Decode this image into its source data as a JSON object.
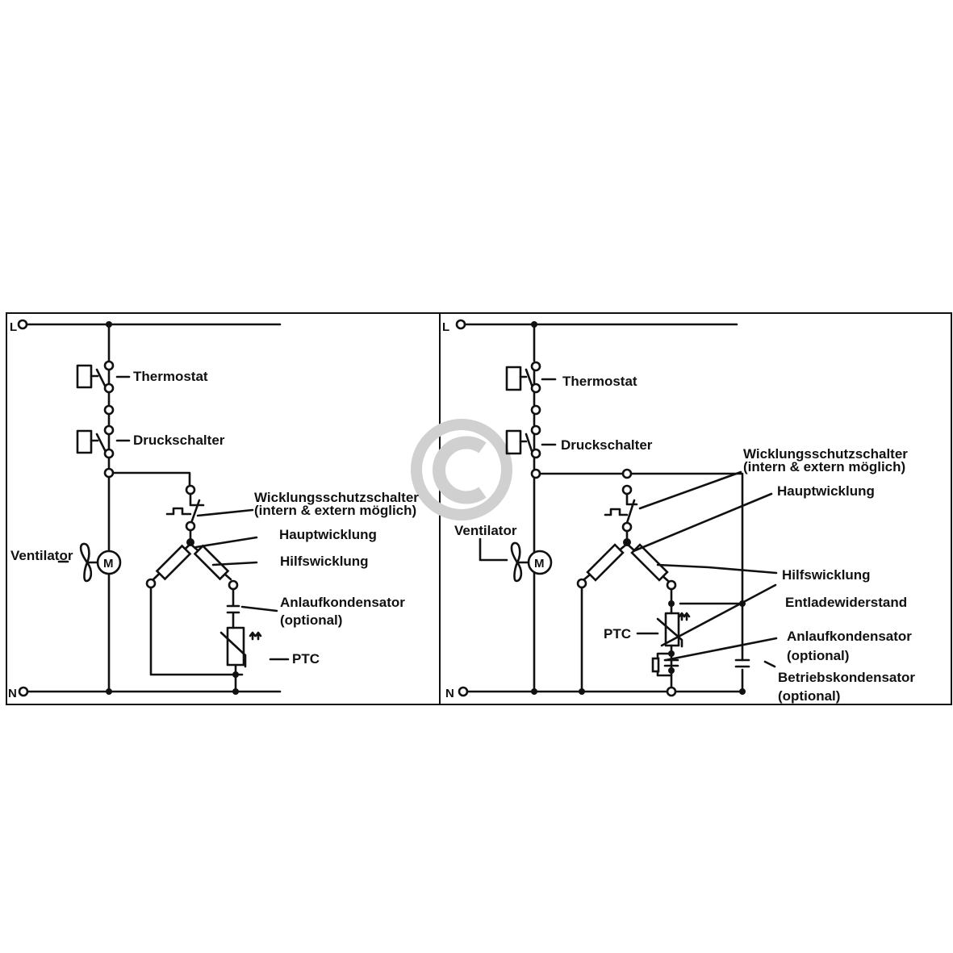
{
  "watermark": {
    "symbol": "©",
    "color": "#cccccc"
  },
  "left_diagram": {
    "terminal_l": "L",
    "terminal_n": "N",
    "motor_symbol": "M",
    "labels": {
      "thermostat": "Thermostat",
      "druckschalter": "Druckschalter",
      "wicklungsschutz_1": "Wicklungsschutzschalter",
      "wicklungsschutz_2": "(intern & extern möglich)",
      "hauptwicklung": "Hauptwicklung",
      "hilfswicklung": "Hilfswicklung",
      "ventilator": "Ventilator",
      "anlauf_1": "Anlaufkondensator",
      "anlauf_2": "(optional)",
      "ptc": "PTC"
    }
  },
  "right_diagram": {
    "terminal_l": "L",
    "terminal_n": "N",
    "motor_symbol": "M",
    "labels": {
      "thermostat": "Thermostat",
      "druckschalter": "Druckschalter",
      "wicklungsschutz_1": "Wicklungsschutzschalter",
      "wicklungsschutz_2": "(intern & extern möglich)",
      "hauptwicklung": "Hauptwicklung",
      "hilfswicklung": "Hilfswicklung",
      "ventilator": "Ventilator",
      "entladewiderstand": "Entladewiderstand",
      "anlauf_1": "Anlaufkondensator",
      "anlauf_2": "(optional)",
      "betrieb_1": "Betriebskondensator",
      "betrieb_2": "(optional)",
      "ptc": "PTC"
    }
  }
}
